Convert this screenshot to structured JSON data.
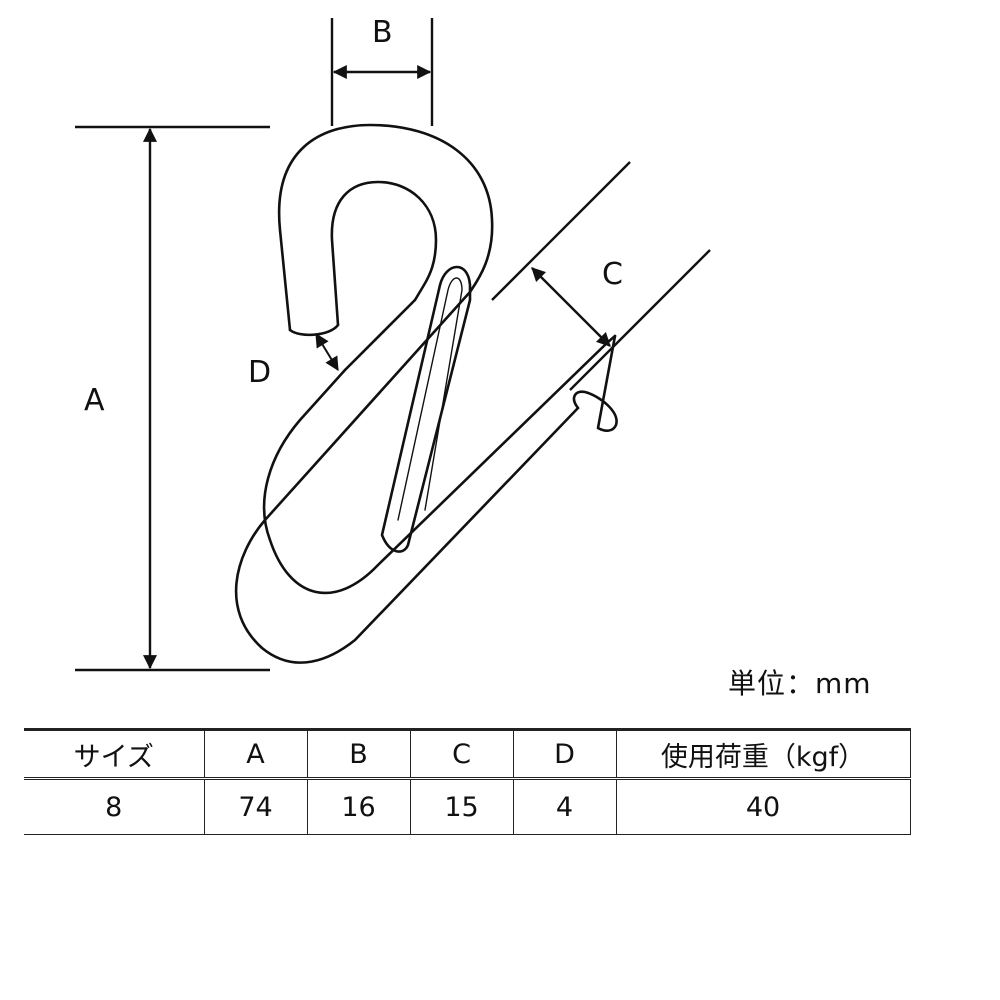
{
  "diagram": {
    "labels": {
      "A": "A",
      "B": "B",
      "C": "C",
      "D": "D"
    }
  },
  "unit_label": "単位：mm",
  "table": {
    "headers": [
      "サイズ",
      "A",
      "B",
      "C",
      "D",
      "使用荷重（kgf）"
    ],
    "rows": [
      [
        "8",
        "74",
        "16",
        "15",
        "4",
        "40"
      ]
    ]
  },
  "colors": {
    "line": "#111111",
    "background": "#ffffff"
  }
}
